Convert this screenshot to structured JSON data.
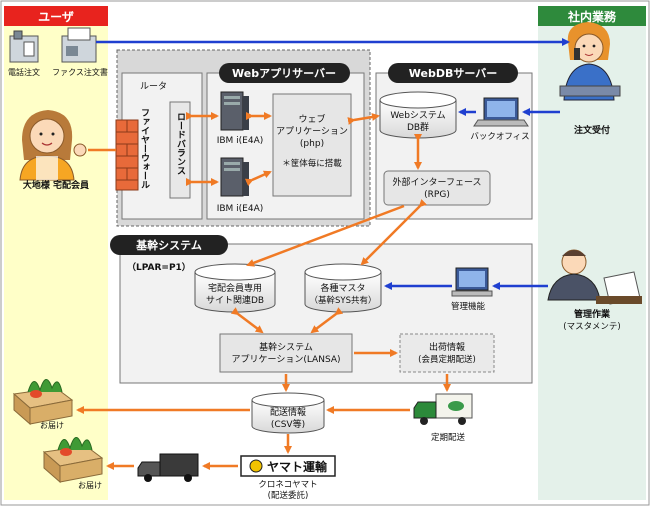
{
  "zones": {
    "user": "ユーザ",
    "internal": "社内業務"
  },
  "user_side": {
    "phone": "電話注文",
    "fax": "ファクス注文書",
    "member": "大地様 宅配会員",
    "delivered_1": "お届け",
    "delivered_2": "お届け"
  },
  "internal_side": {
    "order_receipt": "注文受付",
    "admin_work": "管理作業",
    "admin_work_sub": "(マスタメンテ)"
  },
  "web_app": {
    "title": "Webアプリサーバー",
    "router": "ルータ",
    "firewall": "ファイヤーウォール",
    "load_balancer": "ロードバランス",
    "server_1": "IBM i(E4A)",
    "server_2": "IBM i(E4A)",
    "webapp_l1": "ウェブ",
    "webapp_l2": "アプリケーション",
    "webapp_l3": "(php)",
    "webapp_l4": "＊筐体毎に搭載"
  },
  "webdb": {
    "title": "WebDBサーバー",
    "db_l1": "Webシステム",
    "db_l2": "DB群",
    "backoffice": "バックオフィス",
    "rpg_l1": "外部インターフェース",
    "rpg_l2": "(RPG)"
  },
  "core": {
    "title": "基幹システム",
    "lpar": "（LPAR=P1）",
    "member_db_l1": "宅配会員専用",
    "member_db_l2": "サイト関連DB",
    "master_l1": "各種マスタ",
    "master_l2": "（基幹SYS共有）",
    "admin_func": "管理機能",
    "app_l1": "基幹システム",
    "app_l2": "アプリケーション(LANSA)",
    "ship_l1": "出荷情報",
    "ship_l2": "(会員定期配送)"
  },
  "delivery": {
    "data_l1": "配送情報",
    "data_l2": "(CSV等)",
    "regular": "定期配送",
    "yamato_logo": "ヤマト運輸",
    "kuroneko_l1": "クロネコヤマト",
    "kuroneko_l2": "(配送委託)"
  },
  "colors": {
    "user_zone": "#FFFFC8",
    "internal_zone": "#E4F1EA",
    "user_header": "#E8231E",
    "internal_header": "#2E8A3C",
    "orange_arrow": "#F07A25",
    "blue_arrow": "#1F3FD0",
    "panel_fill": "#F2F2F2",
    "title_pill": "#222222"
  }
}
